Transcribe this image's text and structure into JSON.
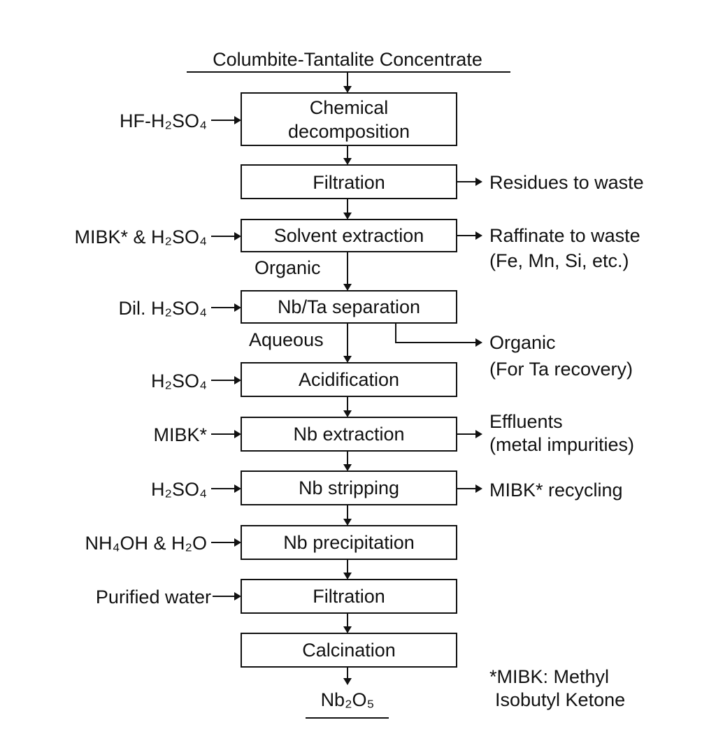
{
  "title": "Columbite-Tantalite Concentrate",
  "steps": [
    {
      "lines": [
        "Chemical",
        "decomposition"
      ]
    },
    {
      "lines": [
        "Filtration"
      ]
    },
    {
      "lines": [
        "Solvent extraction"
      ]
    },
    {
      "lines": [
        "Nb/Ta separation"
      ]
    },
    {
      "lines": [
        "Acidification"
      ]
    },
    {
      "lines": [
        "Nb extraction"
      ]
    },
    {
      "lines": [
        "Nb stripping"
      ]
    },
    {
      "lines": [
        "Nb precipitation"
      ]
    },
    {
      "lines": [
        "Filtration"
      ]
    },
    {
      "lines": [
        "Calcination"
      ]
    }
  ],
  "inputs": [
    {
      "step": 0,
      "text": "HF-H₂SO₄"
    },
    {
      "step": 2,
      "text": "MIBK* & H₂SO₄"
    },
    {
      "step": 3,
      "text": "Dil. H₂SO₄"
    },
    {
      "step": 4,
      "text": "H₂SO₄"
    },
    {
      "step": 5,
      "text": "MIBK*"
    },
    {
      "step": 6,
      "text": "H₂SO₄"
    },
    {
      "step": 7,
      "text": "NH₄OH & H₂O"
    },
    {
      "step": 8,
      "text": "Purified water"
    }
  ],
  "outputs": [
    {
      "step": 1,
      "lines": [
        "Residues to waste"
      ]
    },
    {
      "step": 2,
      "lines": [
        "Raffinate to waste",
        "(Fe, Mn, Si, etc.)"
      ]
    },
    {
      "step": 3,
      "lines": [
        "Organic",
        "(For Ta recovery)"
      ]
    },
    {
      "step": 5,
      "lines": [
        "Effluents",
        "(metal impurities)"
      ]
    },
    {
      "step": 6,
      "lines": [
        "MIBK* recycling"
      ]
    }
  ],
  "flow_labels": [
    {
      "after_step": 2,
      "text": "Organic"
    },
    {
      "after_step": 3,
      "text": "Aqueous"
    }
  ],
  "product": "Nb₂O₅",
  "footnote": [
    "*MIBK: Methyl",
    "Isobutyl Ketone"
  ]
}
